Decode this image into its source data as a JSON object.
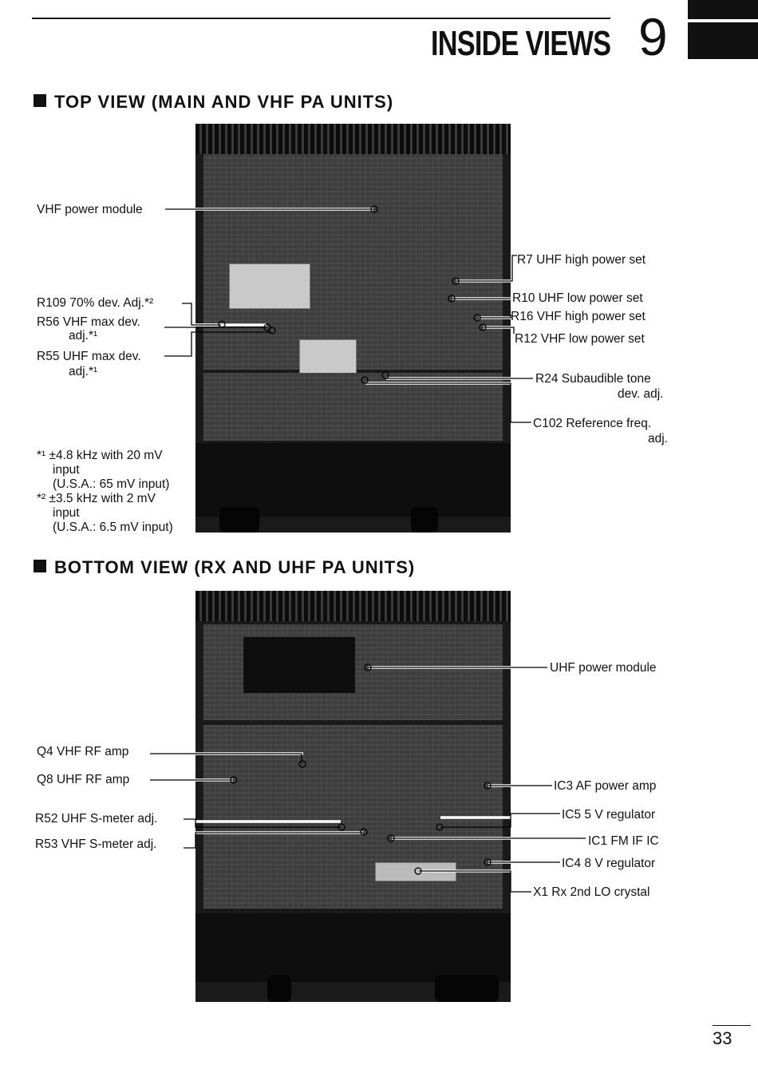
{
  "header": {
    "title": "INSIDE VIEWS",
    "chapter_number": "9"
  },
  "top_section": {
    "heading": "TOP VIEW (MAIN AND VHF PA UNITS)",
    "labels": {
      "vhf_power_module": "VHF power module",
      "r109": "R109 70% dev. Adj.*²",
      "r56_line1": "R56 VHF max dev.",
      "r56_line2": "adj.*¹",
      "r55_line1": "R55 UHF max dev.",
      "r55_line2": "adj.*¹",
      "r7": "R7 UHF high power set",
      "r10": "R10 UHF low power set",
      "r16": "R16 VHF high power set",
      "r12": "R12 VHF low power set",
      "r24_line1": "R24 Subaudible tone",
      "r24_line2": "dev. adj.",
      "c102_line1": "C102 Reference freq.",
      "c102_line2": "adj."
    },
    "footnotes": {
      "n1_line1": "*¹ ±4.8 kHz with 20 mV",
      "n1_line2": "input",
      "n1_line3": "(U.S.A.: 65 mV input)",
      "n2_line1": "*² ±3.5 kHz with 2 mV",
      "n2_line2": "input",
      "n2_line3": "(U.S.A.: 6.5 mV input)"
    }
  },
  "bottom_section": {
    "heading": "BOTTOM VIEW (RX AND UHF PA UNITS)",
    "labels": {
      "uhf_power_module": "UHF power module",
      "q4": "Q4 VHF RF amp",
      "q8": "Q8 UHF RF amp",
      "r52": "R52 UHF S-meter adj.",
      "r53": "R53 VHF S-meter adj.",
      "ic3": "IC3 AF power amp",
      "ic5": "IC5 5 V regulator",
      "ic1": "IC1 FM IF IC",
      "ic4": "IC4 8 V regulator",
      "x1": "X1 Rx 2nd LO crystal"
    }
  },
  "footer": {
    "page_number": "33"
  }
}
